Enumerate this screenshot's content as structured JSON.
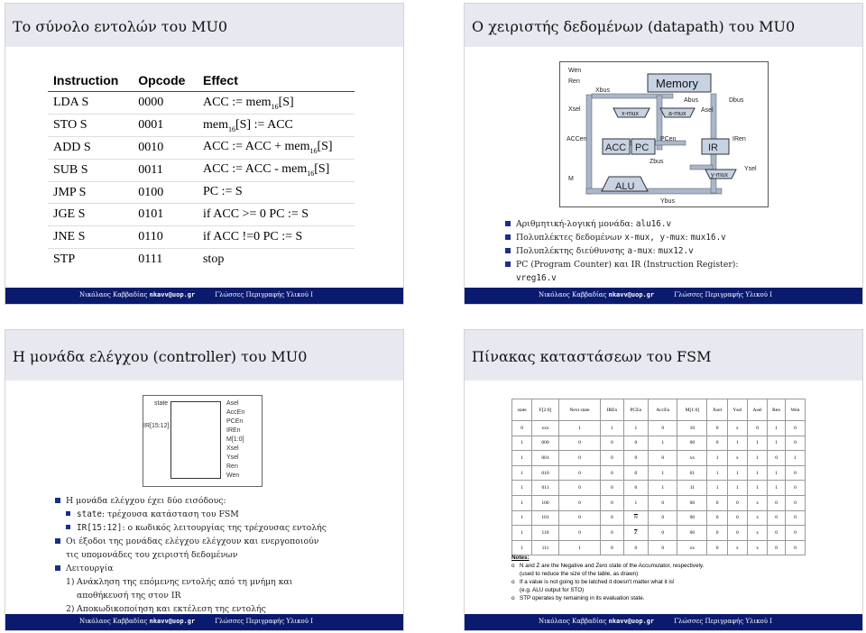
{
  "footer": {
    "author": "Νικόλαος Καββαδίας",
    "email": "nkavv@uop.gr",
    "course": "Γλώσσες Περιγραφής Υλικού Ι"
  },
  "slide1": {
    "title": "Το σύνολο εντολών του MU0",
    "headers": [
      "Instruction",
      "Opcode",
      "Effect"
    ],
    "rows": [
      {
        "instr": "LDA S",
        "op": "0000",
        "eff": "ACC := mem",
        "sub": "16",
        "rest": "[S]"
      },
      {
        "instr": "STO S",
        "op": "0001",
        "eff": "mem",
        "sub": "16",
        "rest": "[S] := ACC"
      },
      {
        "instr": "ADD S",
        "op": "0010",
        "eff": "ACC := ACC + mem",
        "sub": "16",
        "rest": "[S]"
      },
      {
        "instr": "SUB S",
        "op": "0011",
        "eff": "ACC := ACC - mem",
        "sub": "16",
        "rest": "[S]"
      },
      {
        "instr": "JMP S",
        "op": "0100",
        "eff": "PC := S",
        "sub": "",
        "rest": ""
      },
      {
        "instr": "JGE S",
        "op": "0101",
        "eff": "if  ACC >= 0 PC := S",
        "sub": "",
        "rest": ""
      },
      {
        "instr": "JNE S",
        "op": "0110",
        "eff": "if  ACC !=0 PC := S",
        "sub": "",
        "rest": ""
      },
      {
        "instr": "STP",
        "op": "0111",
        "eff": "stop",
        "sub": "",
        "rest": ""
      }
    ]
  },
  "slide2": {
    "title": "Ο χειριστής δεδομένων (datapath) του MU0",
    "diagram": {
      "wen": "Wen",
      "ren": "Ren",
      "xbus": "Xbus",
      "memory": "Memory",
      "abus": "Abus",
      "dbus": "Dbus",
      "xsel": "Xsel",
      "xmux": "x-mux",
      "amux": "a-mux",
      "asel": "Asel",
      "accen": "ACCen",
      "acc": "ACC",
      "pc": "PC",
      "pcen": "PCen",
      "ir": "IR",
      "iren": "IRen",
      "zbus": "Zbus",
      "ymux": "y-mux",
      "ysel": "Ysel",
      "m": "M",
      "alu": "ALU",
      "ybus": "Ybus"
    },
    "b1_pre": "Αριθμητική-λογική μονάδα: ",
    "b1_code": "alu16.v",
    "b2_pre": "Πολυπλέκτες δεδομένων ",
    "b2_code": "x-mux, y-mux",
    ": ": "",
    "b2_mid": ": ",
    "b2_code2": "mux16.v",
    "b3_pre": "Πολυπλέκτης διεύθυνσης ",
    "b3_code": "a-mux",
    "b3_mid": ": ",
    "b3_code2": "mux12.v",
    "b4": "PC (Program Counter) και IR (Instruction Register):",
    "b4_code": "vreg16.v"
  },
  "slide3": {
    "title": "Η μονάδα ελέγχου (controller) του MU0",
    "inputs": [
      "state",
      "IR[15:12]"
    ],
    "outputs": [
      "Asel",
      "AccEn",
      "PCEn",
      "IREn",
      "M[1:0]",
      "Xsel",
      "Ysel",
      "Ren",
      "Wen"
    ],
    "b1": "Η μονάδα ελέγχου έχει δύο εισόδους:",
    "s1_code": "state",
    "s1_text": ": τρέχουσα κατάσταση του FSM",
    "s2_code": "IR[15:12]",
    "s2_text": ": ο κωδικός λειτουργίας της τρέχουσας εντολής",
    "b2a": "Οι έξοδοι της μονάδας ελέγχου ελέγχουν και ενεργοποιούν",
    "b2b": "τις υπομονάδες του χειριστή δεδομένων",
    "b3": "Λειτουργία",
    "n1": "1)",
    "n1a": "Ανάκληση της επόμενης εντολής από τη μνήμη και",
    "n1b": "αποθήκευσή της στον IR",
    "n2": "2)",
    "n2a": "Αποκωδικοποίηση και εκτέλεση της εντολής"
  },
  "slide4": {
    "title": "Πίνακας καταστάσεων του FSM",
    "header": [
      "state",
      "F[2:0]",
      "Next state",
      "IREn",
      "PCEn",
      "AccEn",
      "M[1:0]",
      "Xsel",
      "Ysel",
      "Asel",
      "Ren",
      "Wen"
    ],
    "rows": [
      [
        "0",
        "xxx",
        "1",
        "1",
        "1",
        "0",
        "10",
        "0",
        "x",
        "0",
        "1",
        "0"
      ],
      [
        "1",
        "000",
        "0",
        "0",
        "0",
        "1",
        "00",
        "0",
        "1",
        "1",
        "1",
        "0"
      ],
      [
        "1",
        "001",
        "0",
        "0",
        "0",
        "0",
        "xx",
        "1",
        "x",
        "1",
        "0",
        "1"
      ],
      [
        "1",
        "010",
        "0",
        "0",
        "0",
        "1",
        "01",
        "1",
        "1",
        "1",
        "1",
        "0"
      ],
      [
        "1",
        "011",
        "0",
        "0",
        "0",
        "1",
        "11",
        "1",
        "1",
        "1",
        "1",
        "0"
      ],
      [
        "1",
        "100",
        "0",
        "0",
        "1",
        "0",
        "00",
        "0",
        "0",
        "x",
        "0",
        "0"
      ],
      [
        "1",
        "101",
        "0",
        "0",
        "N",
        "0",
        "00",
        "0",
        "0",
        "x",
        "0",
        "0"
      ],
      [
        "1",
        "110",
        "0",
        "0",
        "Z",
        "0",
        "00",
        "0",
        "0",
        "x",
        "0",
        "0"
      ],
      [
        "1",
        "111",
        "1",
        "0",
        "0",
        "0",
        "xx",
        "0",
        "x",
        "x",
        "0",
        "0"
      ]
    ],
    "notes_h": "Notes:",
    "n1a": "N and Z are the Negative and Zero state of the Accumulator, respectively.",
    "n1b": "(used to reduce the size of the table, as drawn)",
    "n2a": "If a value is not going to be latched it doesn't matter what it is!",
    "n2b": "(e.g. ALU output for STO)",
    "n3": "STP operates by remaining in its evaluation state.",
    "bullet": "o"
  }
}
